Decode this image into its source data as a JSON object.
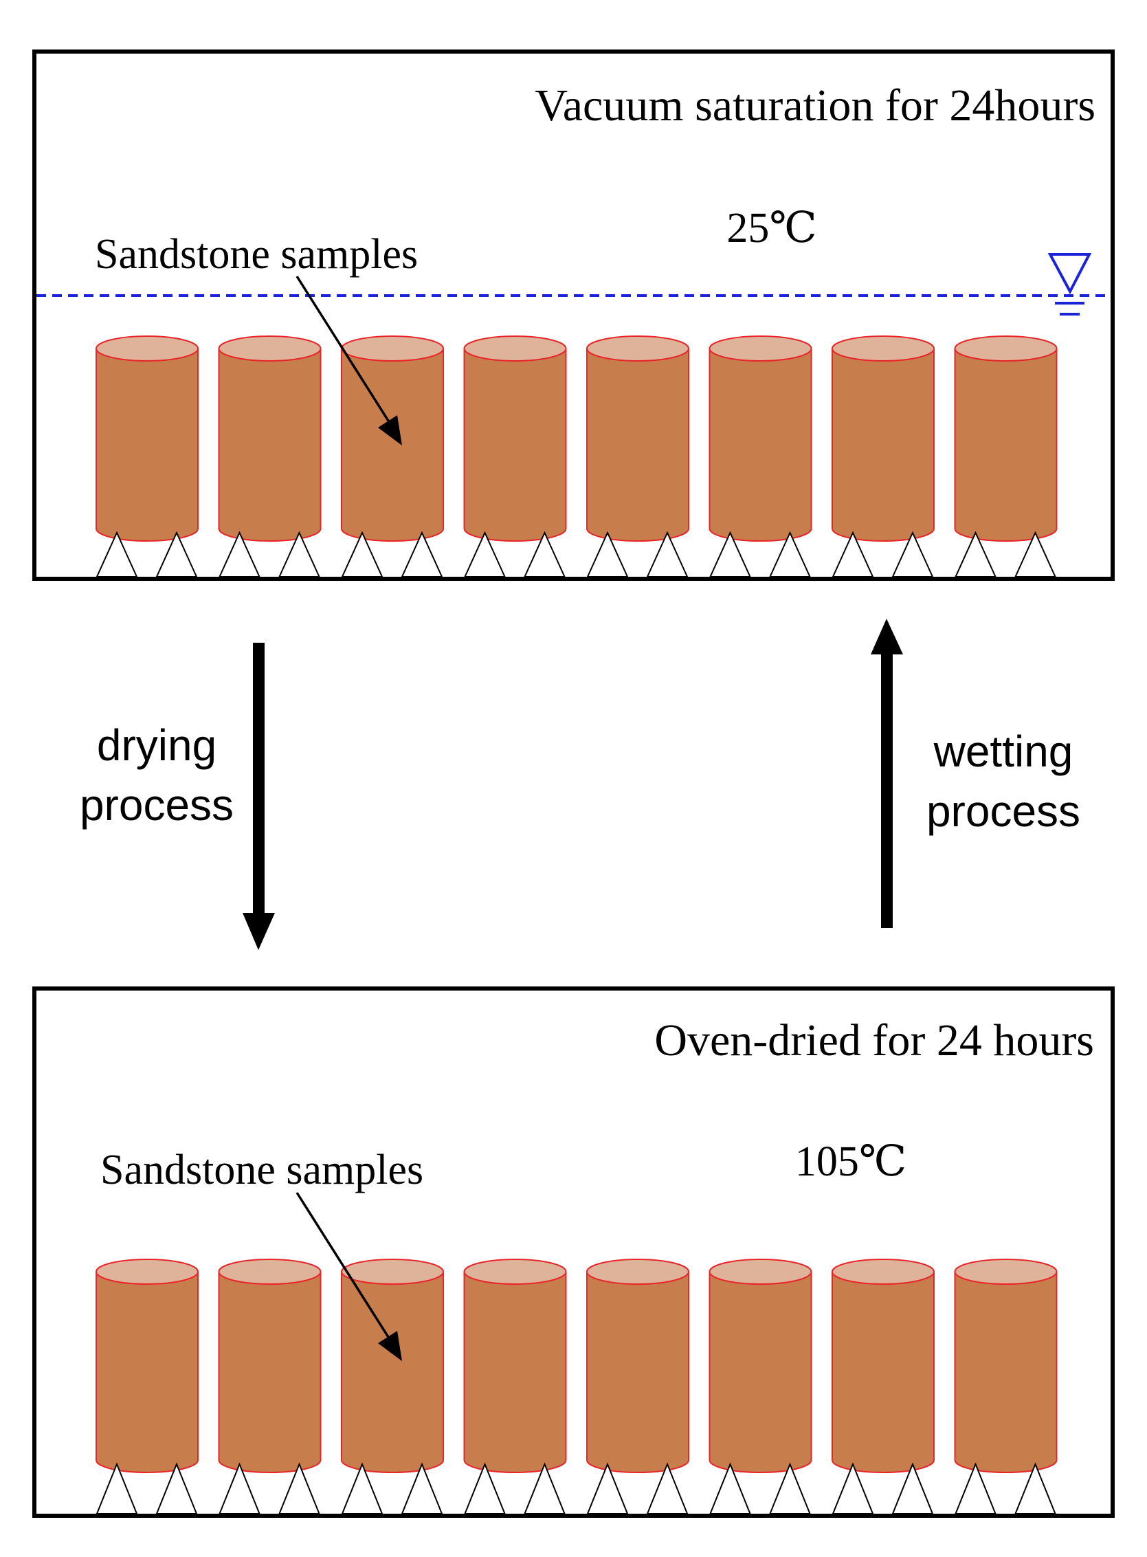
{
  "top_panel": {
    "title": "Vacuum saturation for 24hours",
    "temperature": "25℃",
    "sample_label": "Sandstone samples",
    "water_level_icon": "water-level-icon"
  },
  "bottom_panel": {
    "title": "Oven-dried for 24 hours",
    "temperature": "105℃",
    "sample_label": "Sandstone samples"
  },
  "arrows": {
    "drying_line1": "drying",
    "drying_line2": "process",
    "wetting_line1": "wetting",
    "wetting_line2": "process"
  },
  "samples": {
    "count": 8
  },
  "colors": {
    "sample_body": "#c87d4c",
    "sample_top": "#dfb39a",
    "sample_outline": "#e8262a",
    "water_line": "#1a23d8",
    "frame": "#000000"
  }
}
